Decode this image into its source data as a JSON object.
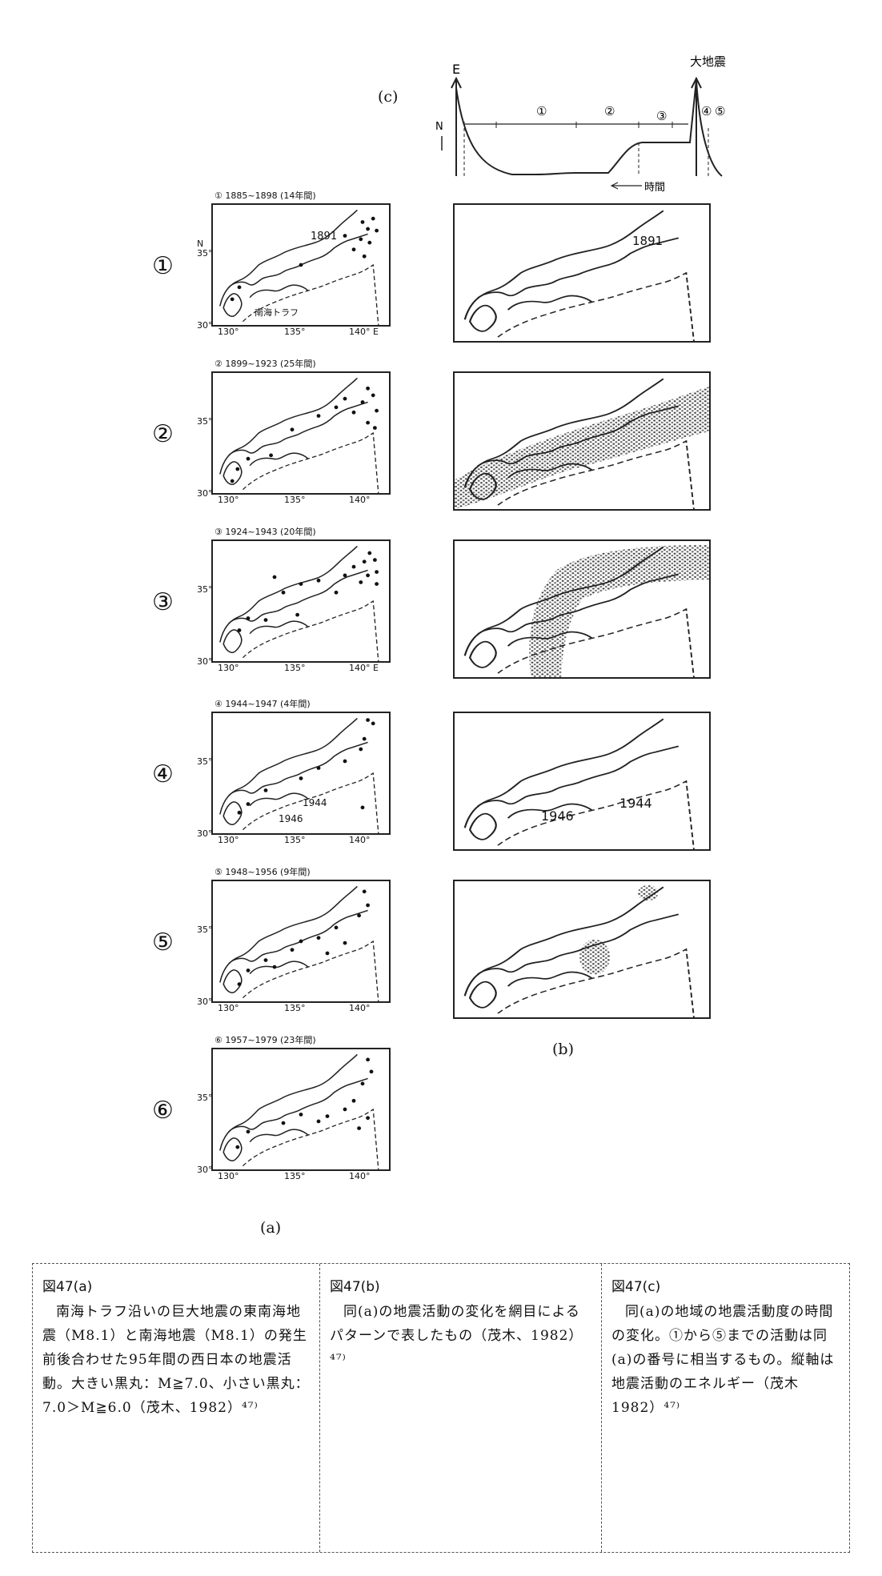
{
  "timeline": {
    "label": "(c)",
    "y_axis_top": "E",
    "y_axis_side": "N",
    "big_quake": "大地震",
    "phases": [
      "①",
      "②",
      "③",
      "④",
      "⑤"
    ],
    "time_arrow": "時間"
  },
  "rows": [
    {
      "number": "①",
      "title": "① 1885~1898 (14年間)",
      "year_a": "1891",
      "trough": "南海トラフ",
      "b_year": "1891",
      "lat_top": "N",
      "lat_35": "35°",
      "lat_30": "30°",
      "lon": [
        "130°",
        "135°",
        "140° E"
      ]
    },
    {
      "number": "②",
      "title": "② 1899~1923 (25年間)",
      "lat_35": "35°",
      "lat_30": "30°",
      "lon": [
        "130°",
        "135°",
        "140°"
      ]
    },
    {
      "number": "③",
      "title": "③ 1924~1943 (20年間)",
      "lat_35": "35°",
      "lat_30": "30°",
      "lon": [
        "130°",
        "135°",
        "140° E"
      ]
    },
    {
      "number": "④",
      "title": "④ 1944~1947 (4年間)",
      "quake_a": "1944",
      "quake_b": "1946",
      "b_quake_a": "1946",
      "b_quake_b": "1944",
      "lat_35": "35°",
      "lat_30": "30°",
      "lon": [
        "130°",
        "135°",
        "140°"
      ]
    },
    {
      "number": "⑤",
      "title": "⑤ 1948~1956 (9年間)",
      "lat_35": "35°",
      "lat_30": "30°",
      "lon": [
        "130°",
        "135°",
        "140°"
      ]
    },
    {
      "number": "⑥",
      "title": "⑥ 1957~1979 (23年間)",
      "lat_35": "35°",
      "lat_30": "30°",
      "lon": [
        "130°",
        "135°",
        "140°"
      ]
    }
  ],
  "labels": {
    "a": "(a)",
    "b": "(b)"
  },
  "captions": [
    {
      "head": "図47(a)",
      "body": "南海トラフ沿いの巨大地震の東南海地震（M8.1）と南海地震（M8.1）の発生前後合わせた95年間の西日本の地震活動。大きい黒丸：M≧7.0、小さい黒丸：7.0＞M≧6.0（茂木、1982）⁴⁷⁾"
    },
    {
      "head": "図47(b)",
      "body": "同(a)の地震活動の変化を網目によるパターンで表したもの（茂木、1982）⁴⁷⁾"
    },
    {
      "head": "図47(c)",
      "body": "同(a)の地域の地震活動度の時間の変化。①から⑤までの活動は同(a)の番号に相当するもの。縦軸は地震活動のエネルギー（茂木1982）⁴⁷⁾"
    }
  ]
}
